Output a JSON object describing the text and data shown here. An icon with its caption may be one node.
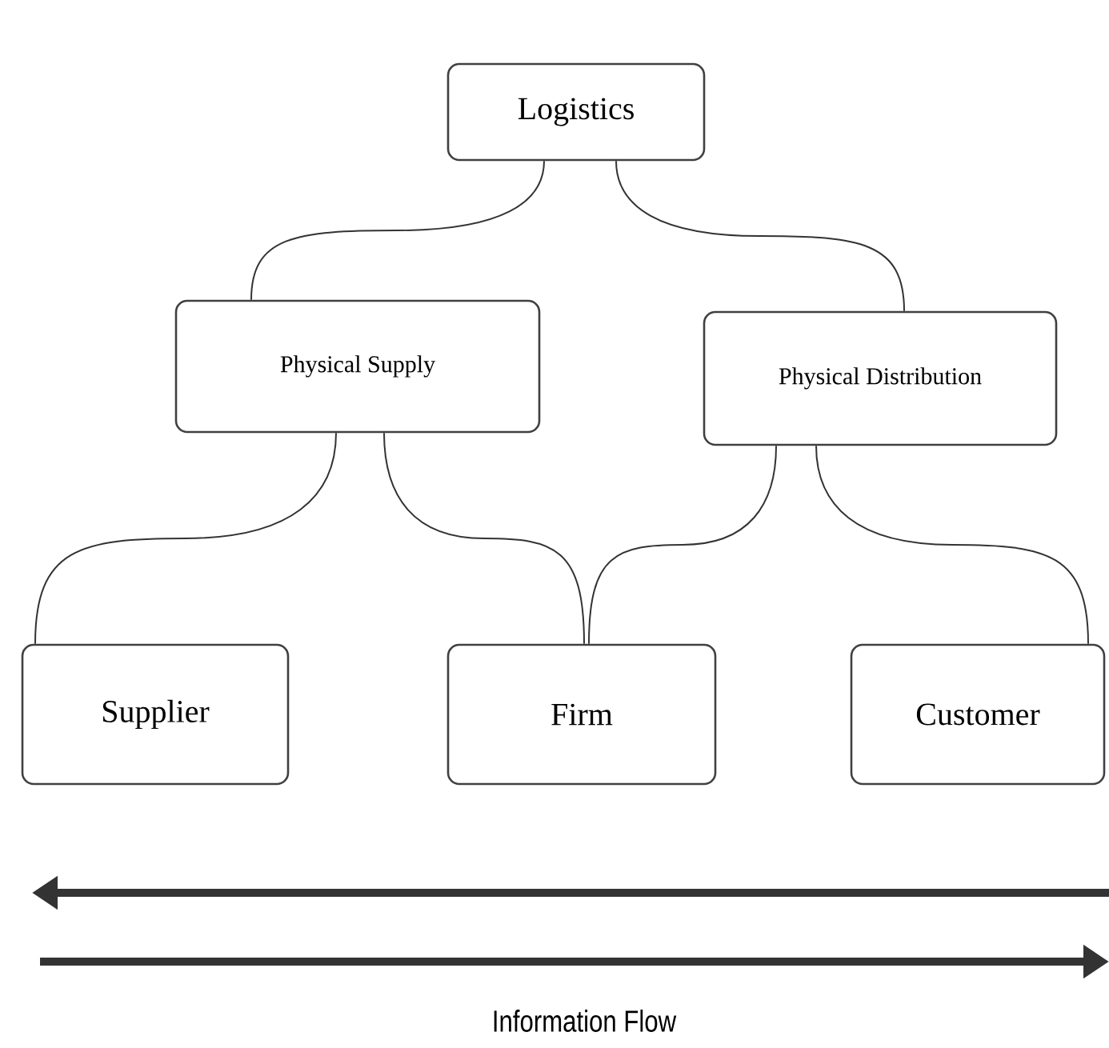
{
  "diagram": {
    "nodes": [
      {
        "text": [
          "Logistics"
        ]
      },
      {
        "text": [
          "Physical Supply"
        ]
      },
      {
        "text": [
          "Physical Distribution"
        ]
      },
      {
        "text": [
          "Supplier"
        ]
      },
      {
        "text": [
          "Firm"
        ]
      },
      {
        "text": [
          "Customer"
        ]
      }
    ],
    "edges": [
      {
        "from": 0,
        "to": 1,
        "arrow": "none"
      },
      {
        "from": 0,
        "to": 2,
        "arrow": "none"
      },
      {
        "from": 1,
        "to": 3,
        "arrow": "none"
      },
      {
        "from": 1,
        "to": 4,
        "arrow": "none"
      },
      {
        "from": 2,
        "to": 4,
        "arrow": "none"
      },
      {
        "from": 2,
        "to": 5,
        "arrow": "none"
      }
    ],
    "labels": [
      "Information Flow"
    ]
  }
}
